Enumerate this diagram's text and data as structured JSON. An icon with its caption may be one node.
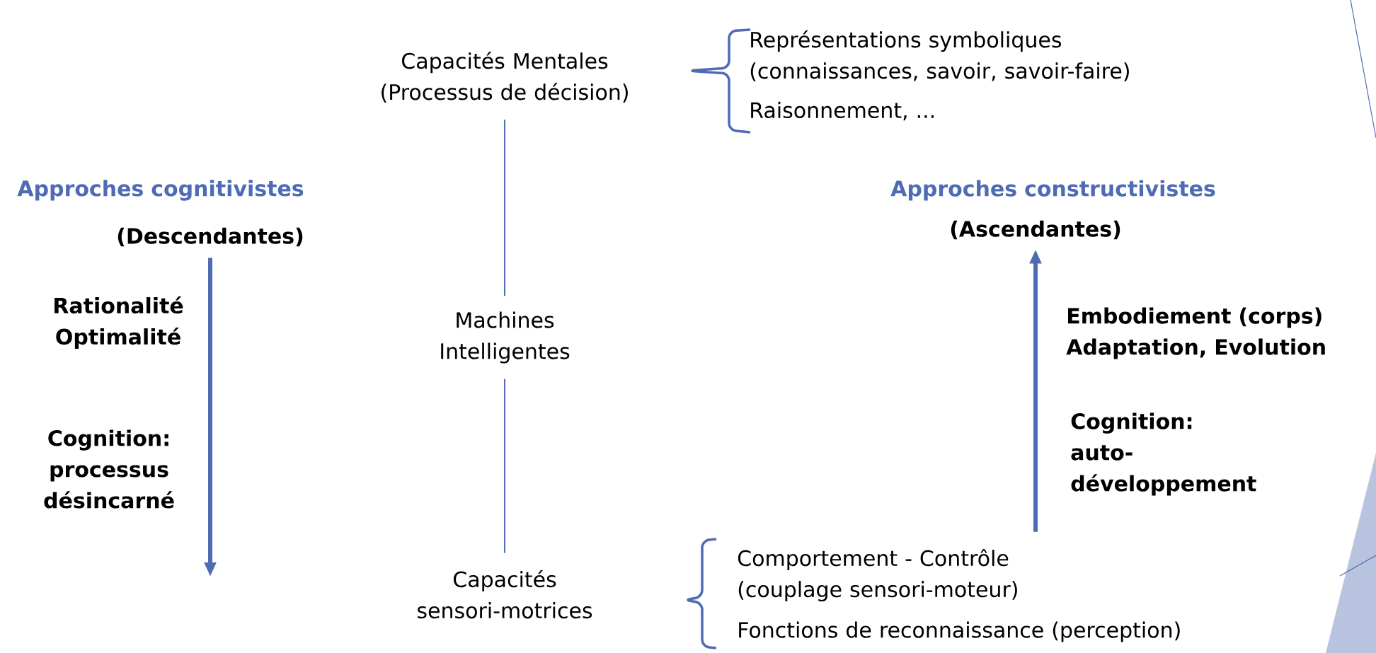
{
  "diagram": {
    "nodes": [
      {
        "text": [
          "Capacités Mentales (Processus de décision)"
        ]
      },
      {
        "text": [
          "Représentations symboliques (connaissances, savoir, savoir-faire)"
        ]
      },
      {
        "text": [
          "Raisonnement, ..."
        ]
      },
      {
        "text": [
          "Machines Intelligentes"
        ]
      },
      {
        "text": [
          "Capacités sensori-motrices"
        ]
      },
      {
        "text": [
          "Comportement - Contrôle (couplage sensori-moteur)"
        ]
      },
      {
        "text": [
          "Fonctions de reconnaissance (perception)"
        ]
      },
      {
        "text": [
          "Approches cognitivistes"
        ]
      },
      {
        "text": [
          "(Descendantes)"
        ]
      },
      {
        "text": [
          "Approches constructivistes"
        ]
      },
      {
        "text": [
          "(Ascendantes)"
        ]
      }
    ],
    "edges": [
      {
        "from": 0,
        "to": 3,
        "arrow": "none"
      },
      {
        "from": 3,
        "to": 4,
        "arrow": "none"
      },
      {
        "from": 8,
        "to": null,
        "arrow": "to",
        "style": "thick"
      },
      {
        "from": 5,
        "to": 10,
        "arrow": "to",
        "style": "thick"
      }
    ],
    "labels": [
      "Rationalité Optimalité",
      "Cognition: processus désincarné",
      "Embodiement (corps) Adaptation, Evolution",
      "Cognition: auto-développement"
    ]
  }
}
